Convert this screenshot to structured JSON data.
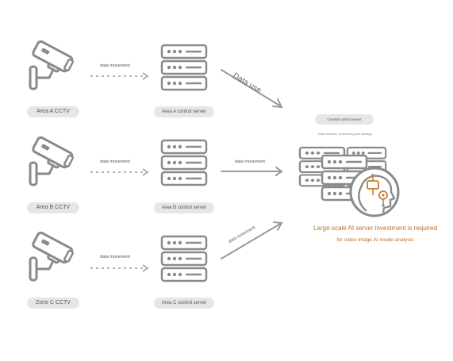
{
  "cameras": [
    {
      "label": "Area A CCTV"
    },
    {
      "label": "Area B CCTV"
    },
    {
      "label": "Zone C CCTV"
    }
  ],
  "servers": [
    {
      "label": "Area A control server"
    },
    {
      "label": "Area B control server"
    },
    {
      "label": "Area C control server"
    }
  ],
  "movement_label": "data movement",
  "arrow_labels": {
    "top": "Data use",
    "middle": "data movement",
    "bottom": "data movement"
  },
  "central": {
    "label": "Central control server",
    "caption": "Data analysis, processing and storage"
  },
  "note": {
    "line1": "Large-scale AI server investment is required",
    "line2": "for video image AI model analysis"
  },
  "colors": {
    "line": "#9a9a9a",
    "icon": "#8a8a8a",
    "accent": "#c0702a",
    "pill": "#e6e6e6"
  },
  "icons": {
    "camera": "cctv-camera-icon",
    "server": "server-rack-icon",
    "ai": "ai-head-icon"
  }
}
